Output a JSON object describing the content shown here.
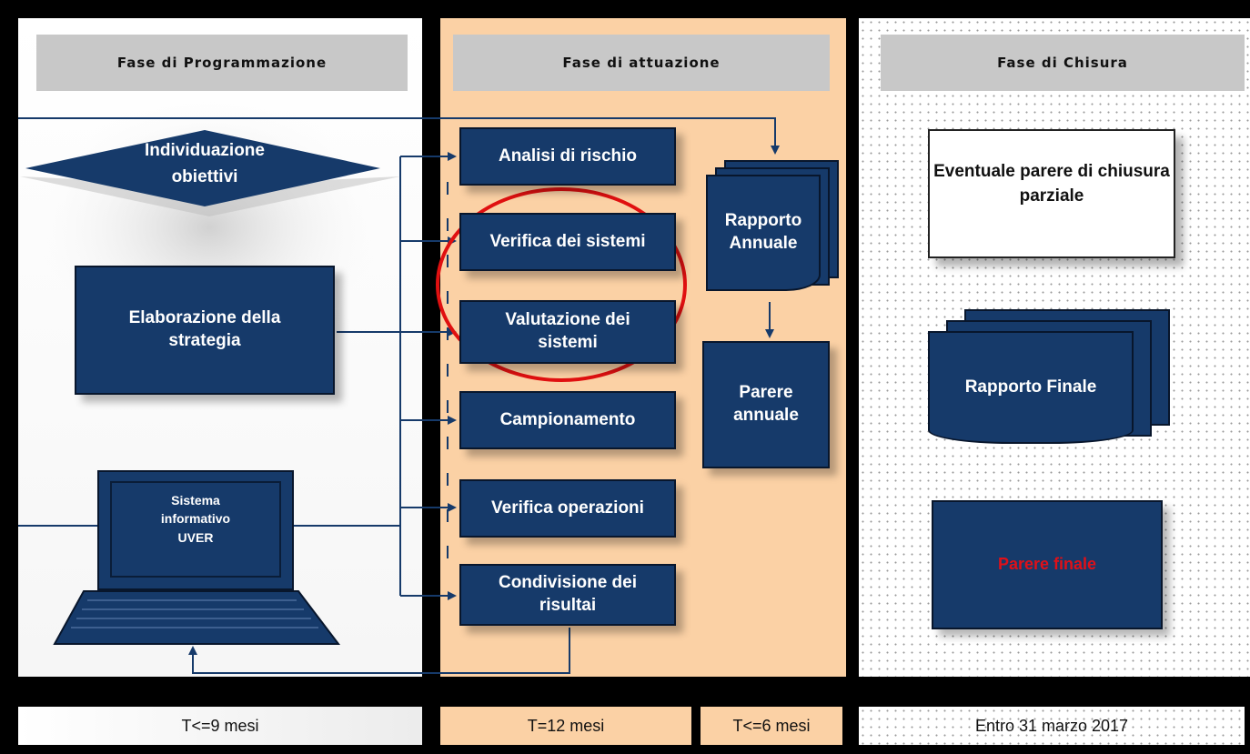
{
  "columns": {
    "programmazione": {
      "header": "Fase di Programmazione"
    },
    "attuazione": {
      "header": "Fase di attuazione"
    },
    "chiusura": {
      "header": "Fase di Chisura"
    }
  },
  "programmazione": {
    "diamond": "Individuazione obiettivi",
    "strategy": "Elaborazione della strategia",
    "laptop_screen": [
      "Sistema",
      "informativo",
      "UVER"
    ]
  },
  "attuazione": {
    "steps": [
      "Analisi di rischio",
      "Verifica dei sistemi",
      "Valutazione dei sistemi",
      "Campionamento",
      "Verifica operazioni",
      "Condivisione dei risultai"
    ],
    "rapporto_annuale": "Rapporto Annuale",
    "parere_annuale": "Parere annuale"
  },
  "chiusura": {
    "parere_parziale": "Eventuale parere di chiusura parziale",
    "rapporto_finale": "Rapporto Finale",
    "parere_finale": "Parere finale"
  },
  "timeline": {
    "t1": "T<=9 mesi",
    "t2": "T=12 mesi",
    "t3": "T<=6 mesi",
    "t4": "Entro 31 marzo 2017"
  },
  "colors": {
    "box": "#163a6a",
    "highlight_circle": "#e01010",
    "parere_finale_text": "#e01018"
  }
}
